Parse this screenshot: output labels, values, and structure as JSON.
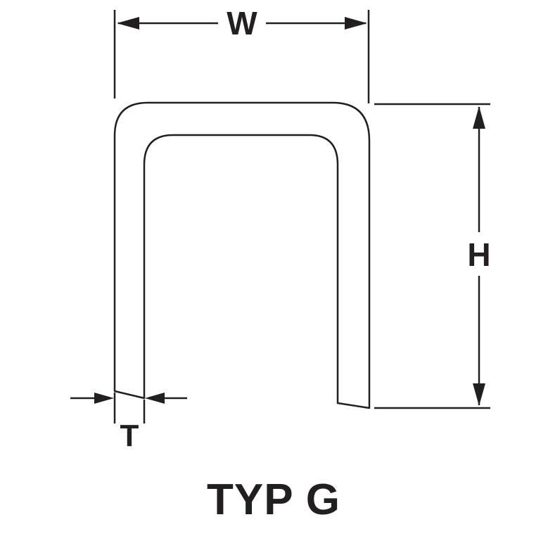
{
  "diagram": {
    "title": "TYP G",
    "labels": {
      "width": "W",
      "height": "H",
      "thickness": "T"
    },
    "colors": {
      "line": "#231f20",
      "background": "#ffffff"
    },
    "icons": {
      "staple_outline": "staple-profile-shape",
      "arrows": "double-headed-dimension-arrows"
    }
  }
}
